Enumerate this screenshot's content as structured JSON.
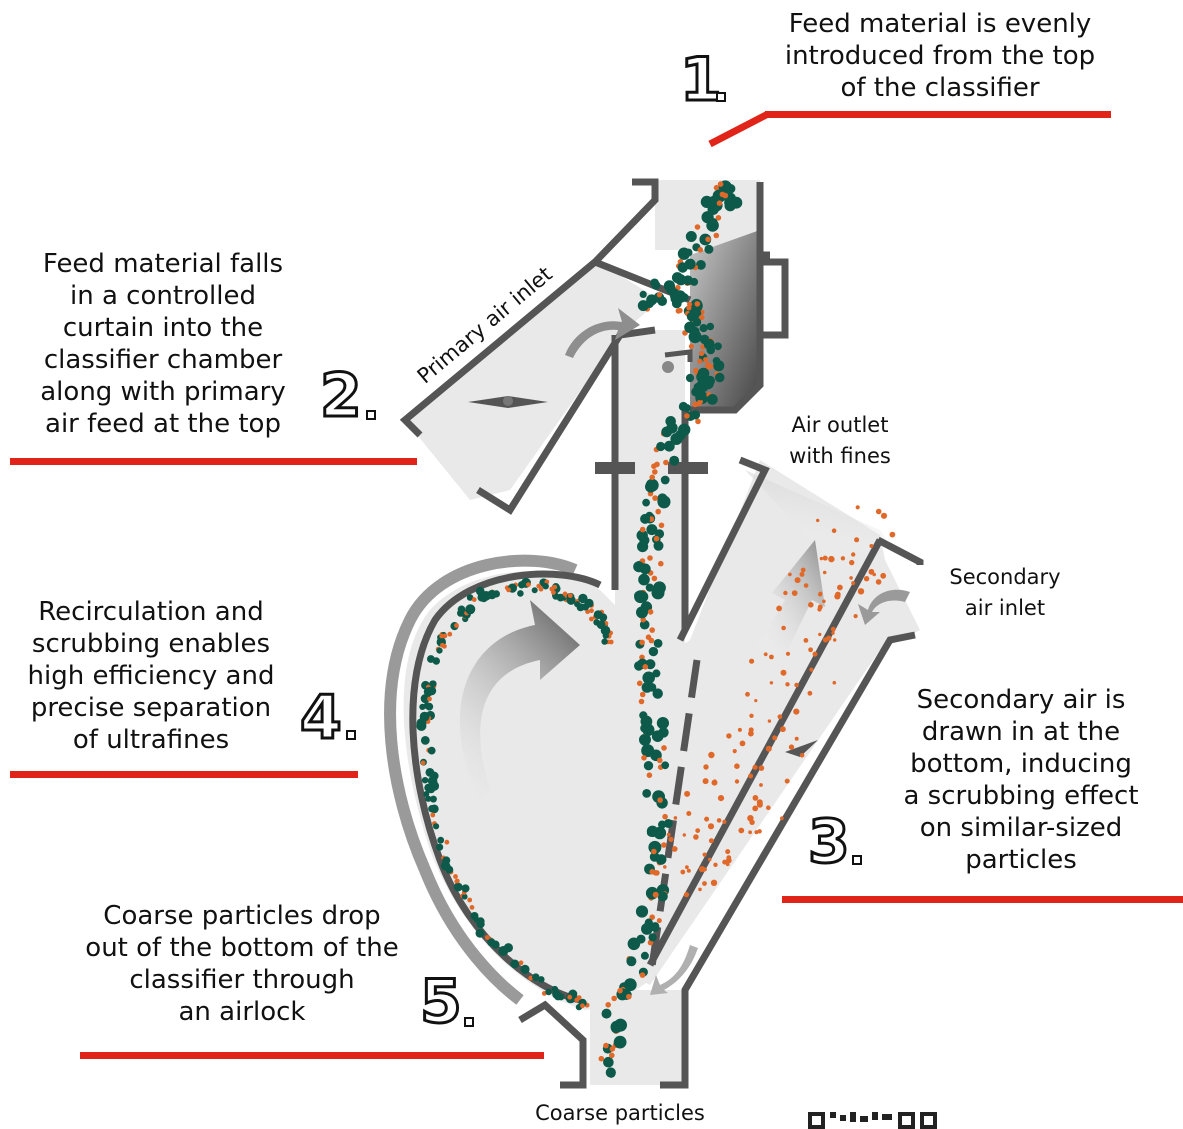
{
  "steps": [
    {
      "number": "1",
      "text": "Feed material is evenly\nintroduced from the top\nof the classifier"
    },
    {
      "number": "2",
      "text": "Feed material falls\nin a controlled\ncurtain into the\nclassifier chamber\nalong with primary\nair feed at the top"
    },
    {
      "number": "3",
      "text": "Secondary air is\ndrawn in at the\nbottom, inducing\na scrubbing effect\non similar-sized\nparticles"
    },
    {
      "number": "4",
      "text": "Recirculation and\nscrubbing enables\nhigh efficiency and\nprecise separation\nof ultrafines"
    },
    {
      "number": "5",
      "text": "Coarse particles drop\nout of the bottom of the\nclassifier through\nan airlock"
    }
  ],
  "labels": {
    "primary_air_inlet": "Primary air inlet",
    "air_outlet": "Air outlet\nwith fines",
    "secondary_air_inlet": "Secondary\nair inlet",
    "coarse_particles": "Coarse particles"
  },
  "colors": {
    "accent_red": "#e1241a",
    "coarse_particle": "#0d5a4a",
    "fine_particle": "#e0692a",
    "wall": "#555555",
    "chamber_fill": "#e9e9e9"
  }
}
